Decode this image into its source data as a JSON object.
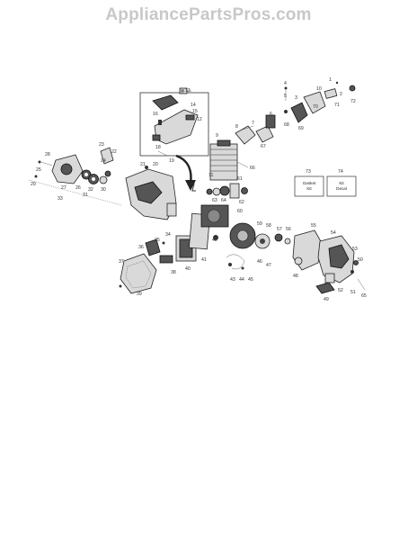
{
  "watermark": "AppliancePartsPros.com",
  "kit_boxes": [
    {
      "number": "73",
      "label_line1": "Gasket",
      "label_line2": "Kit"
    },
    {
      "number": "74",
      "label_line1": "Kit",
      "label_line2": "Decal"
    }
  ],
  "part_numbers": {
    "p1": "1",
    "p2": "2",
    "p3": "3",
    "p4": "4",
    "p5": "5",
    "p6": "6",
    "p7": "7",
    "p8": "8",
    "p9": "9",
    "p10": "10",
    "p11": "11",
    "p12": "12",
    "p13": "13",
    "p14": "14",
    "p15": "15",
    "p16": "16",
    "p18": "18",
    "p19": "19",
    "p20": "20",
    "p21": "21",
    "p22": "22",
    "p23": "23",
    "p24": "24",
    "p25": "25",
    "p26": "26",
    "p27": "27",
    "p28": "28",
    "p29": "29",
    "p30": "30",
    "p31": "31",
    "p32": "32",
    "p33": "33",
    "p34": "34",
    "p35": "35",
    "p36": "36",
    "p37": "37",
    "p38": "38",
    "p39": "39",
    "p40": "40",
    "p41": "41",
    "p42": "42",
    "p43": "43",
    "p44": "44",
    "p45": "45",
    "p46": "46",
    "p47": "47",
    "p48": "48",
    "p49": "49",
    "p50": "50",
    "p51": "51",
    "p52": "52",
    "p53": "53",
    "p54": "54",
    "p55": "55",
    "p56": "56",
    "p57": "57",
    "p58": "58",
    "p59": "59",
    "p60": "60",
    "p61": "61",
    "p62": "62",
    "p63": "63",
    "p64": "64",
    "p65": "65",
    "p66": "66",
    "p67": "67",
    "p68": "68",
    "p69": "69",
    "p70": "70",
    "p71": "71",
    "p72": "72"
  }
}
